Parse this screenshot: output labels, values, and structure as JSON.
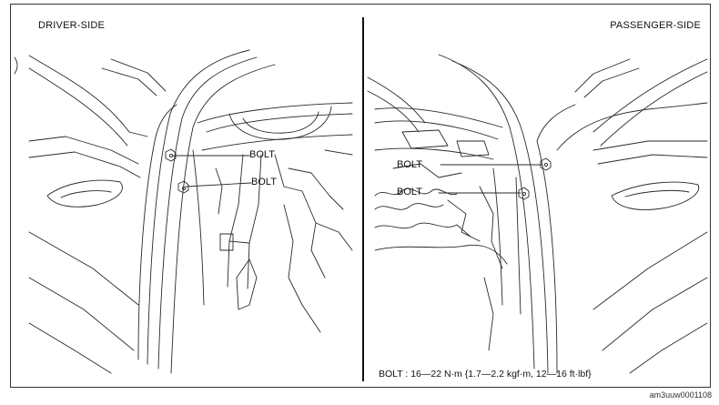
{
  "panels": {
    "left": {
      "title": "DRIVER-SIDE",
      "callouts": [
        "BOLT",
        "BOLT"
      ]
    },
    "right": {
      "title": "PASSENGER-SIDE",
      "callouts": [
        "BOLT",
        "BOLT"
      ]
    }
  },
  "torque_spec": "BOLT : 16—22 N·m {1.7—2.2 kgf·m, 12—16 ft·lbf}",
  "doc_code": "am3uuw0001108"
}
